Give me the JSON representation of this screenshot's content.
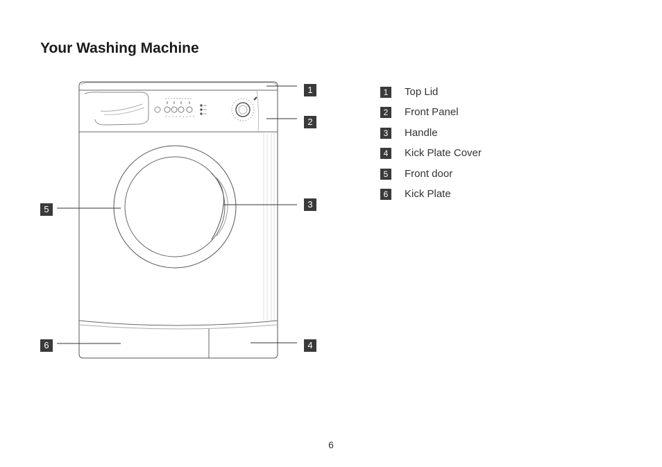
{
  "page": {
    "title": "Your Washing Machine",
    "page_number": "6"
  },
  "callouts": {
    "c1": "1",
    "c2": "2",
    "c3": "3",
    "c4": "4",
    "c5": "5",
    "c6": "6"
  },
  "legend": {
    "items": [
      {
        "num": "1",
        "label": "Top Lid"
      },
      {
        "num": "2",
        "label": "Front Panel"
      },
      {
        "num": "3",
        "label": "Handle"
      },
      {
        "num": "4",
        "label": "Kick Plate Cover"
      },
      {
        "num": "5",
        "label": "Front door"
      },
      {
        "num": "6",
        "label": "Kick Plate"
      }
    ]
  },
  "colors": {
    "callout_bg": "#3a3a3a",
    "line": "#555555"
  }
}
